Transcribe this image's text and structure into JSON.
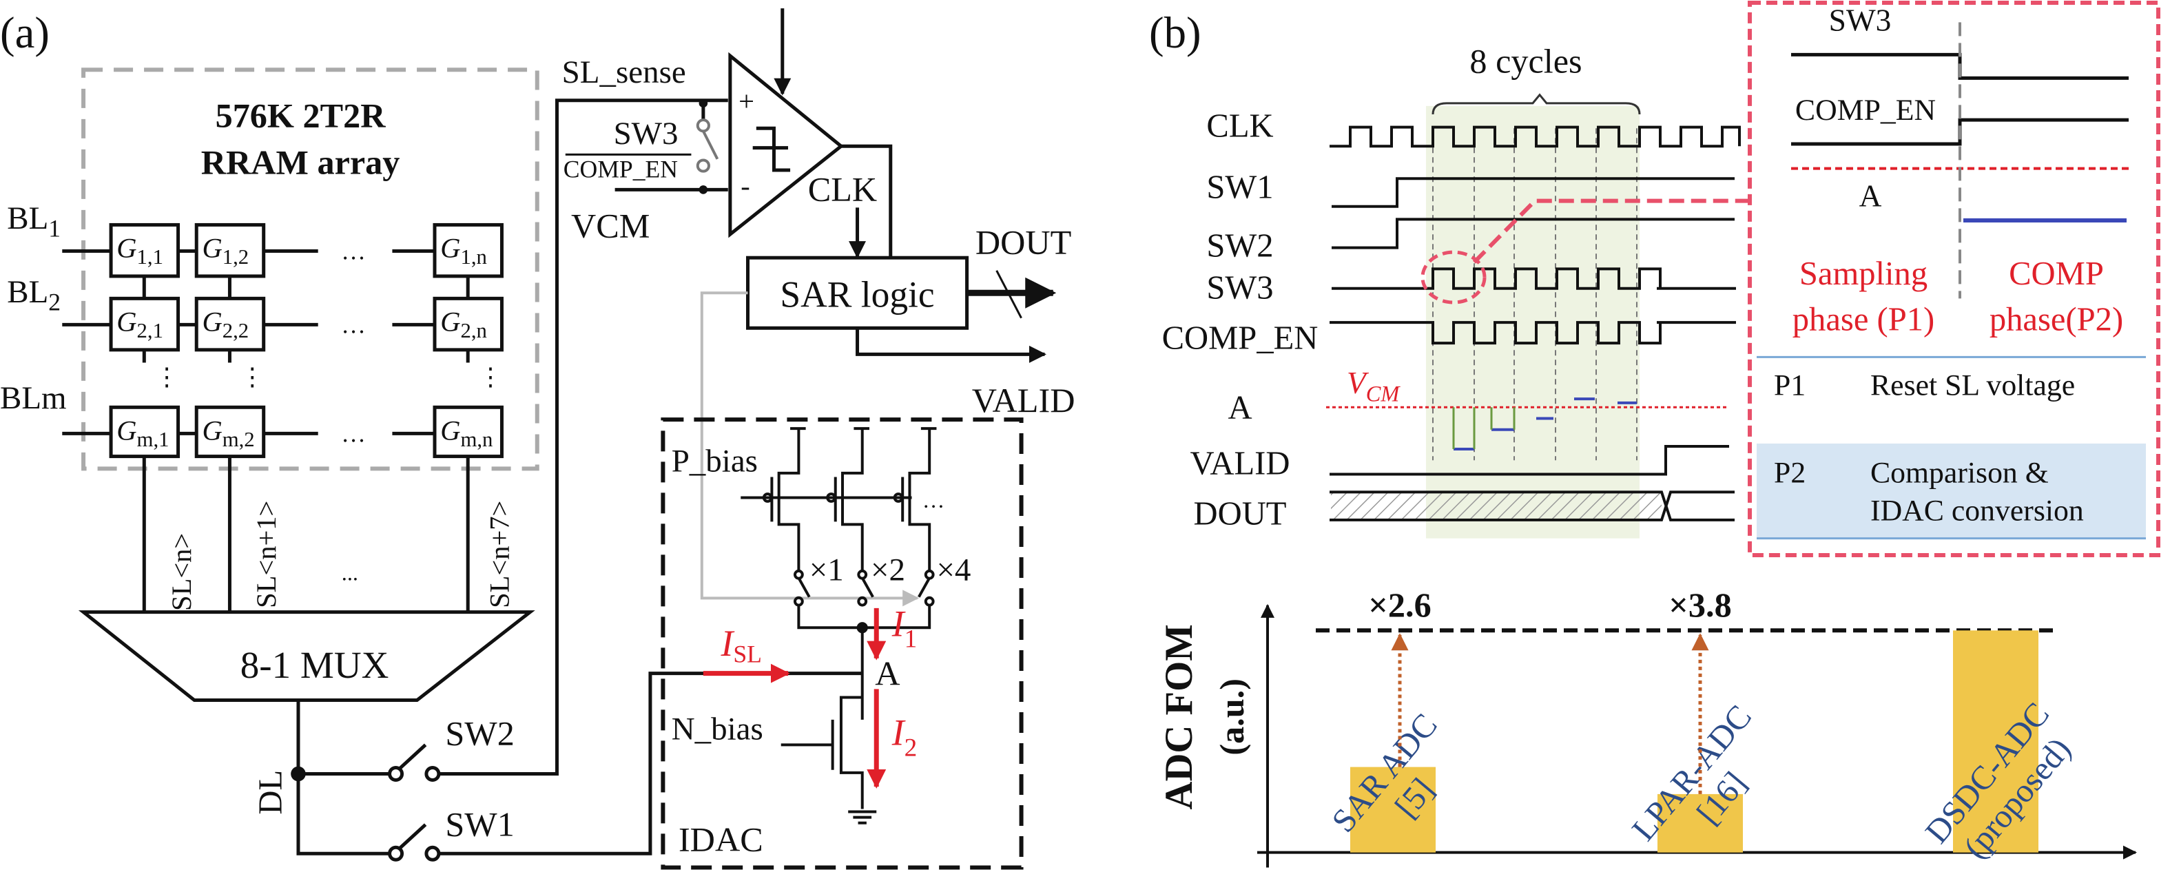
{
  "panel_a": {
    "label": "(a)",
    "array_title_1": "576K 2T2R",
    "array_title_2": "RRAM array",
    "bitlines": [
      {
        "main": "BL",
        "sub": "1"
      },
      {
        "main": "BL",
        "sub": "2"
      },
      {
        "main": "BL",
        "sub": "m"
      }
    ],
    "cells": [
      {
        "main": "G",
        "sub": "1,1"
      },
      {
        "main": "G",
        "sub": "1,2"
      },
      {
        "main": "G",
        "sub": "1,n"
      },
      {
        "main": "G",
        "sub": "2,1"
      },
      {
        "main": "G",
        "sub": "2,2"
      },
      {
        "main": "G",
        "sub": "2,n"
      },
      {
        "main": "G",
        "sub": "m,1"
      },
      {
        "main": "G",
        "sub": "m,2"
      },
      {
        "main": "G",
        "sub": "m,n"
      }
    ],
    "ellipsis": "…",
    "sourcelines": [
      "SL<n>",
      "SL<n+1>",
      "SL<n+7>"
    ],
    "sl_ellipsis": "...",
    "mux": "8-1 MUX",
    "dl": "DL",
    "sw1": "SW1",
    "sw2": "SW2",
    "sl_sense": "SL_sense",
    "sw3": "SW3",
    "comp_en": "COMP_EN",
    "vcm": "VCM",
    "plus": "+",
    "minus": "-",
    "clk": "CLK",
    "sar_logic": "SAR logic",
    "dout": "DOUT",
    "valid": "VALID",
    "p_bias": "P_bias",
    "n_bias": "N_bias",
    "idac": "IDAC",
    "multipliers": [
      "×1",
      "×2",
      "×4"
    ],
    "pmos_ellipsis": "…",
    "node_a": "A",
    "i_sl": {
      "main": "I",
      "sub": "SL"
    },
    "i_1": {
      "main": "I",
      "sub": "1"
    },
    "i_2": {
      "main": "I",
      "sub": "2"
    },
    "current_color": "#e0202a"
  },
  "panel_b": {
    "label": "(b)",
    "cycles_label": "8 cycles",
    "signals": [
      "CLK",
      "SW1",
      "SW2",
      "SW3",
      "COMP_EN",
      "A",
      "VALID",
      "DOUT"
    ],
    "vcm": {
      "main": "V",
      "sub": "CM"
    },
    "inset": {
      "sw3": "SW3",
      "comp_en": "COMP_EN",
      "a": "A",
      "sampling_1": "Sampling",
      "sampling_2": "phase (P1)",
      "comp_1": "COMP",
      "comp_2": "phase(P2)",
      "table": [
        {
          "phase": "P1",
          "desc": [
            "Reset SL voltage"
          ]
        },
        {
          "phase": "P2",
          "desc": [
            "Comparison &",
            "IDAC conversion"
          ]
        }
      ],
      "border_color": "#e8506a",
      "highlight_color": "#d6e5f3"
    },
    "shade_color": "#eef3e2"
  },
  "chart_data": {
    "type": "bar",
    "ylabel": "ADC FOM",
    "ylabel_unit": "(a.u.)",
    "categories": [
      [
        "SAR ADC",
        "[5]"
      ],
      [
        "LPAR-ADC",
        "[16]"
      ],
      [
        "DSDC-ADC",
        "(proposed)"
      ]
    ],
    "values": [
      0.385,
      0.263,
      1.0
    ],
    "ylim": [
      0,
      1.1
    ],
    "annotations": [
      "×2.6",
      "×3.8"
    ],
    "bar_color": "#f0c64a",
    "label_color": "#2c4c88",
    "arrow_color": "#c0602a",
    "grid": false
  }
}
